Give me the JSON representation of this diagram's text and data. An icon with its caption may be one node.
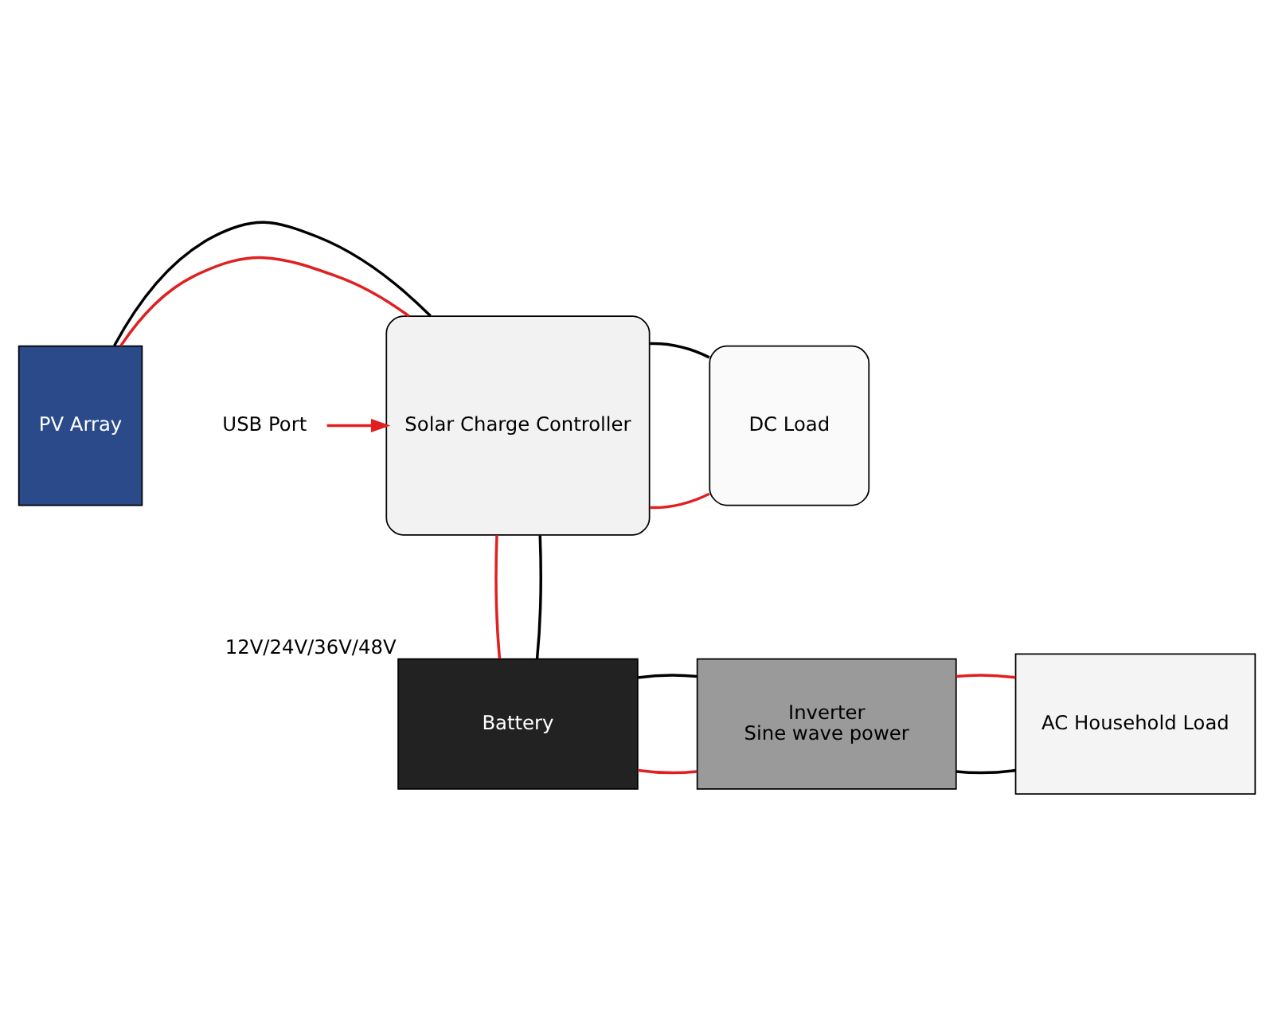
{
  "diagram": {
    "nodes": [
      {
        "text": [
          "PV Array"
        ]
      },
      {
        "text": [
          "Solar Charge Controller"
        ]
      },
      {
        "text": [
          "USB Port"
        ]
      },
      {
        "text": [
          "DC Load"
        ]
      },
      {
        "text": [
          "Battery"
        ],
        "beside": [
          "12V/24V/36V/48V"
        ]
      },
      {
        "text": [
          "Inverter",
          "Sine wave power"
        ]
      },
      {
        "text": [
          "AC Household Load"
        ]
      }
    ],
    "edges": [
      {
        "from": 0,
        "to": 1,
        "arrow": "none",
        "color": "#e02020"
      },
      {
        "from": 0,
        "to": 1,
        "arrow": "none",
        "color": "#000000"
      },
      {
        "from": 2,
        "to": 1,
        "arrow": "to",
        "color": "#e02020"
      },
      {
        "from": 1,
        "to": 3,
        "arrow": "none",
        "color": "#e02020"
      },
      {
        "from": 1,
        "to": 3,
        "arrow": "none",
        "color": "#000000"
      },
      {
        "from": 1,
        "to": 4,
        "arrow": "none",
        "color": "#e02020"
      },
      {
        "from": 1,
        "to": 4,
        "arrow": "none",
        "color": "#000000"
      },
      {
        "from": 4,
        "to": 5,
        "arrow": "none",
        "color": "#e02020"
      },
      {
        "from": 4,
        "to": 5,
        "arrow": "none",
        "color": "#000000"
      },
      {
        "from": 5,
        "to": 6,
        "arrow": "none",
        "color": "#000000"
      },
      {
        "from": 5,
        "to": 6,
        "arrow": "none",
        "color": "#e02020"
      }
    ]
  }
}
